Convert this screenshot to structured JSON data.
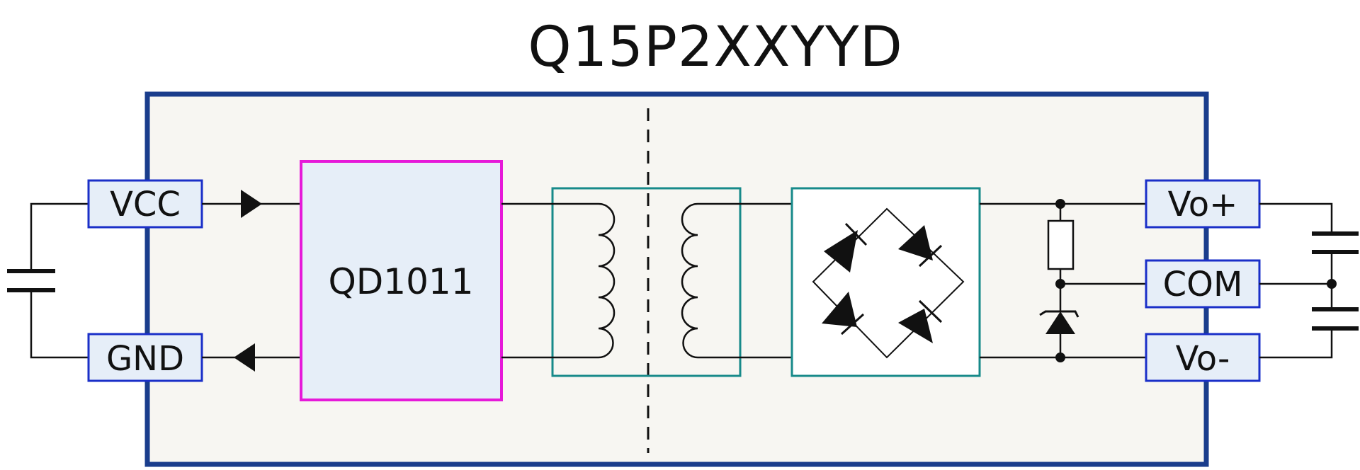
{
  "title": "Q15P2XXYYD",
  "chip": {
    "label": "QD1011"
  },
  "pins": {
    "vcc": "VCC",
    "gnd": "GND",
    "vout_pos": "Vo+",
    "com": "COM",
    "vout_neg": "Vo-"
  },
  "colors": {
    "module_border": "#1a3d8c",
    "module_fill": "#f7f6f2",
    "chip_border": "#e619d9",
    "chip_fill": "#e6eef8",
    "transformer_border": "#178a8a",
    "rectifier_border": "#178a8a",
    "pin_border": "#1a2fc8",
    "pin_fill": "#e6eef8",
    "wire": "#111111"
  }
}
